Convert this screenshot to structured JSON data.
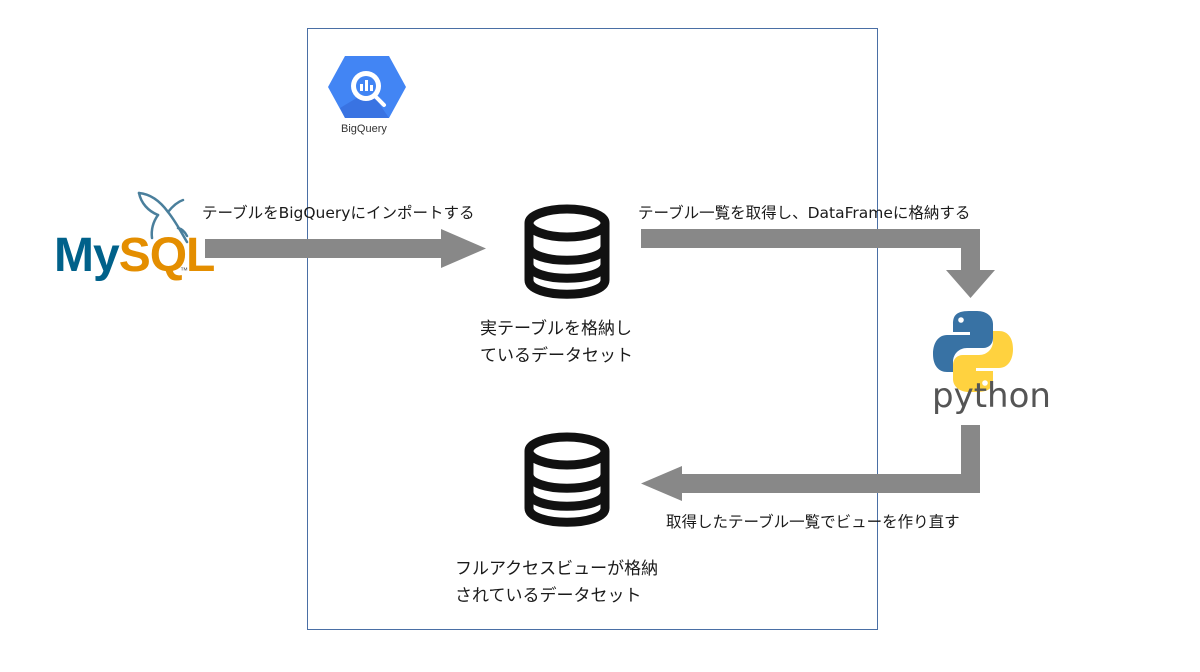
{
  "logos": {
    "bigquery": {
      "label": "BigQuery"
    },
    "mysql": {
      "my": "My",
      "sql": "SQL",
      "tm": "™"
    },
    "python": {
      "word": "python",
      "tm": "™"
    }
  },
  "arrows": {
    "import_label": "テーブルをBigQueryにインポートする",
    "fetch_label": "テーブル一覧を取得し、DataFrameに格納する",
    "recreate_label": "取得したテーブル一覧でビューを作り直す"
  },
  "datasets": {
    "real": {
      "line1": "実テーブルを格納し",
      "line2": "ているデータセット"
    },
    "view": {
      "line1": "フルアクセスビューが格納",
      "line2": "されているデータセット"
    }
  },
  "colors": {
    "arrow": "#888888",
    "frame": "#4a6fa5",
    "bigquery": "#4285f4",
    "mysql_blue": "#00618a",
    "mysql_orange": "#e48e00",
    "python_blue": "#3872a4",
    "python_yellow": "#ffd23f"
  }
}
